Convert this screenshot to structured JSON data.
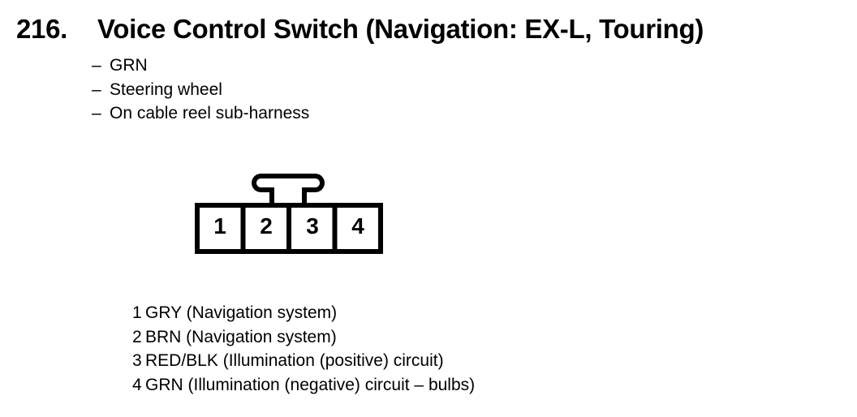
{
  "page": {
    "background": "#ffffff",
    "ink": "#000000"
  },
  "heading": {
    "number": "216.",
    "title": "Voice Control Switch (Navigation: EX-L, Touring)"
  },
  "notes": {
    "marker": "–",
    "items": [
      "GRN",
      "Steering wheel",
      "On cable reel sub-harness"
    ]
  },
  "connector": {
    "description": "4-pin connector, front view, latch tab on top",
    "pins": [
      "1",
      "2",
      "3",
      "4"
    ]
  },
  "pinout": {
    "rows": [
      {
        "pin": "1",
        "wire": "GRY (Navigation system)"
      },
      {
        "pin": "2",
        "wire": "BRN (Navigation system)"
      },
      {
        "pin": "3",
        "wire": "RED/BLK (Illumination (positive) circuit)"
      },
      {
        "pin": "4",
        "wire": "GRN (Illumination (negative) circuit – bulbs)"
      }
    ]
  }
}
